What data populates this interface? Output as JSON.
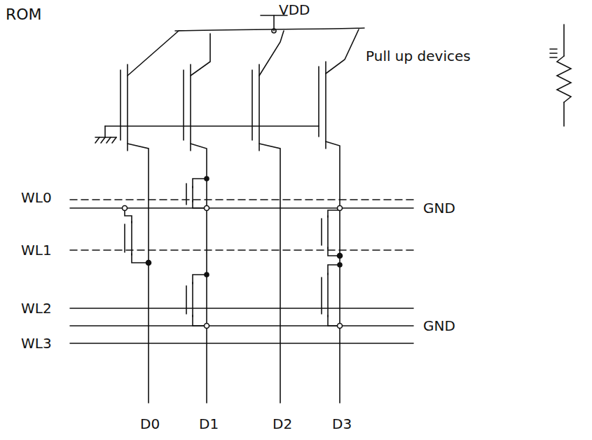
{
  "diagram": {
    "title": "ROM",
    "labels": [
      "VDD",
      "Pull up devices",
      "WL0",
      "GND",
      "WL1",
      "WL2",
      "GND",
      "WL3",
      "D0",
      "D1",
      "D2",
      "D3"
    ]
  }
}
